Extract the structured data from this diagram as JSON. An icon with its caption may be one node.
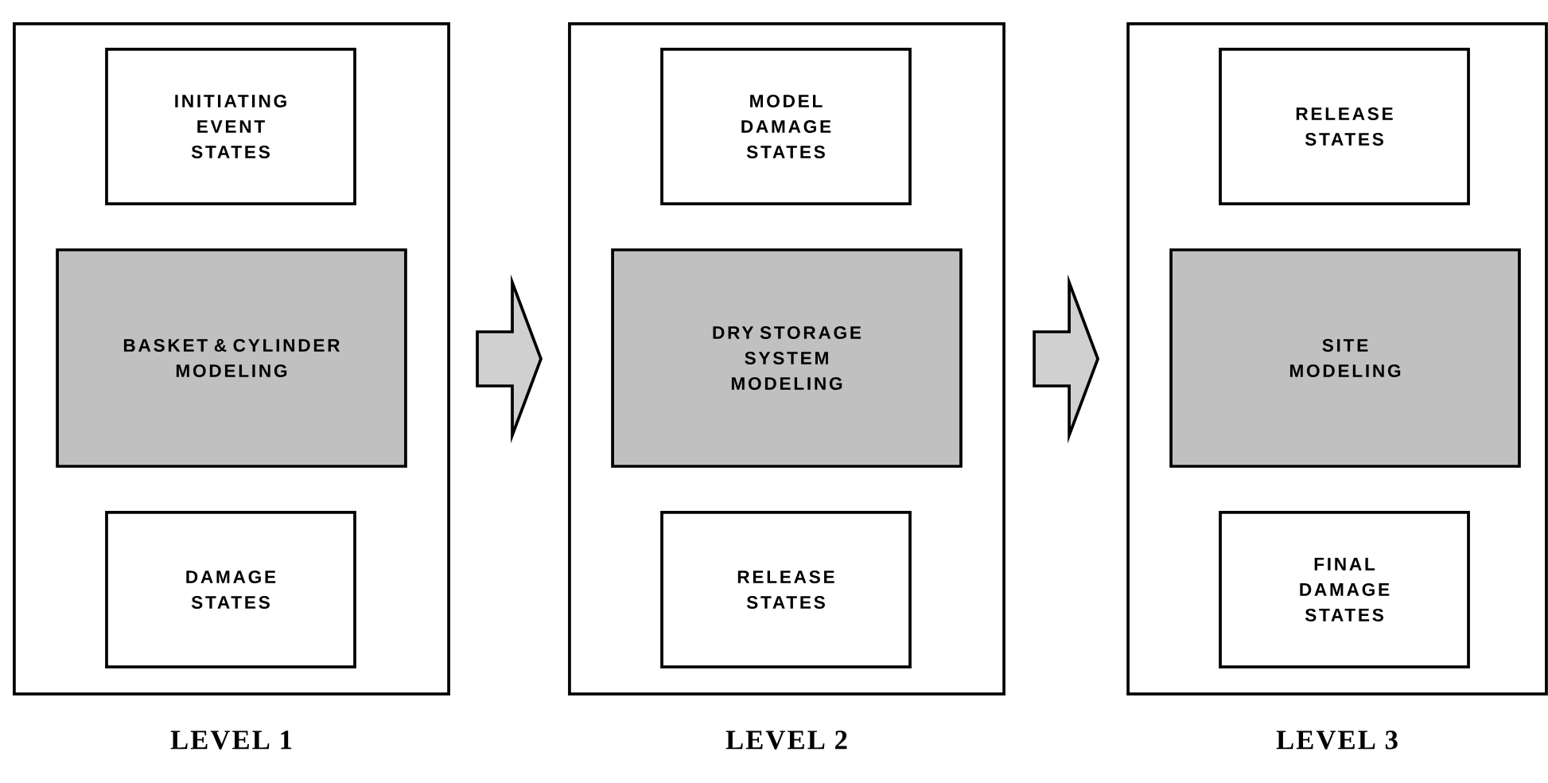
{
  "diagram": {
    "nodes": [
      {
        "text": [
          "LEVEL 1"
        ]
      },
      {
        "text": [
          "INITIATING EVENT STATES"
        ],
        "in": 0
      },
      {
        "text": [
          "BASKET & CYLINDER MODELING"
        ],
        "in": 0
      },
      {
        "text": [
          "DAMAGE STATES"
        ],
        "in": 0
      },
      {
        "text": [
          "LEVEL 2"
        ]
      },
      {
        "text": [
          "MODEL DAMAGE STATES"
        ],
        "in": 4
      },
      {
        "text": [
          "DRY STORAGE SYSTEM MODELING"
        ],
        "in": 4
      },
      {
        "text": [
          "RELEASE STATES"
        ],
        "in": 4
      },
      {
        "text": [
          "LEVEL 3"
        ]
      },
      {
        "text": [
          "RELEASE STATES"
        ],
        "in": 8
      },
      {
        "text": [
          "SITE MODELING"
        ],
        "in": 8
      },
      {
        "text": [
          "FINAL DAMAGE STATES"
        ],
        "in": 8
      }
    ],
    "edges": [
      {
        "from": 0,
        "to": 4,
        "arrow": "to"
      },
      {
        "from": 4,
        "to": 8,
        "arrow": "to"
      }
    ]
  }
}
